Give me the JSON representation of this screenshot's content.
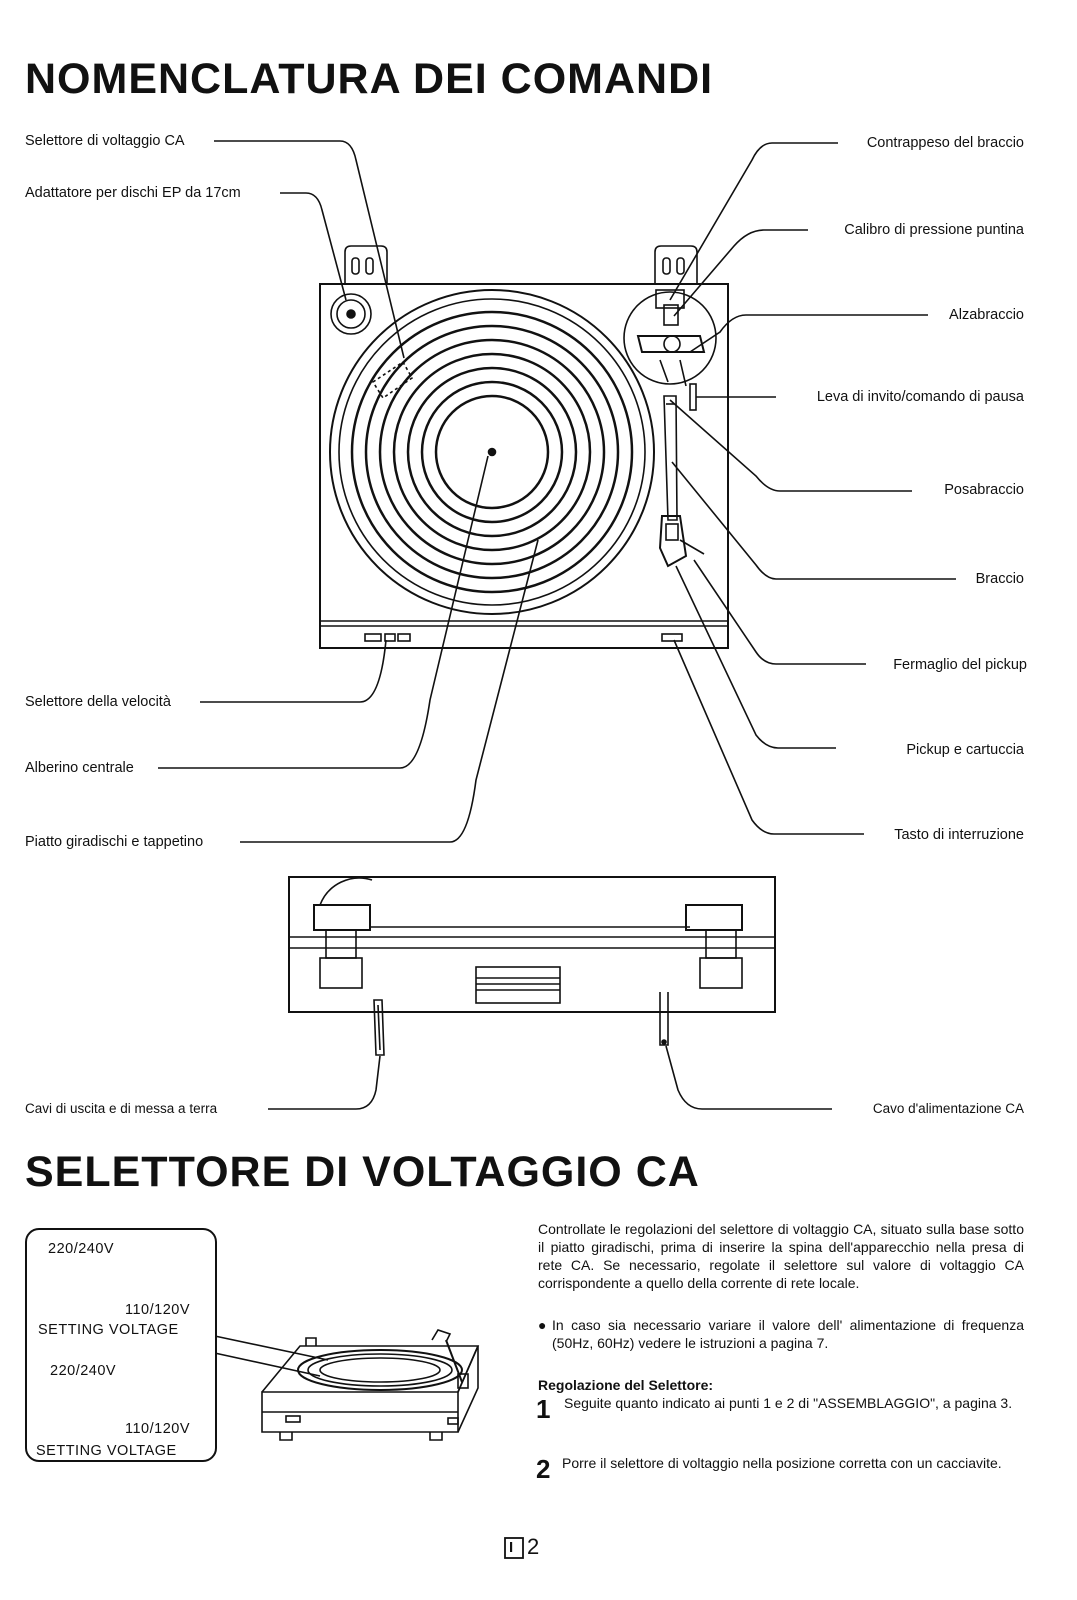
{
  "section1": {
    "title": "NOMENCLATURA DEI COMANDI"
  },
  "labels_left": {
    "voltage_selector": "Selettore di voltaggio CA",
    "ep_adapter": "Adattatore per dischi EP da 17cm",
    "speed_selector": "Selettore della velocità",
    "center_spindle": "Alberino centrale",
    "platter_mat": "Piatto giradischi e tappetino",
    "output_cables": "Cavi di uscita e di messa a terra"
  },
  "labels_right": {
    "counterweight": "Contrappeso del braccio",
    "stylus_gauge": "Calibro di pressione puntina",
    "arm_lift": "Alzabraccio",
    "cue_lever": "Leva di invito/comando di pausa",
    "arm_rest": "Posabraccio",
    "tonearm": "Braccio",
    "pickup_clip": "Fermaglio del pickup",
    "pickup_cartridge": "Pickup e cartuccia",
    "stop_button": "Tasto di interruzione",
    "ac_cable": "Cavo d'alimentazione CA"
  },
  "section2": {
    "title": "SELETTORE DI VOLTAGGIO CA"
  },
  "inset": {
    "top_a": "220/240V",
    "top_b": "110/120V",
    "top_caption": "SETTING VOLTAGE",
    "bot_a": "220/240V",
    "bot_b": "110/120V",
    "bot_caption": "SETTING VOLTAGE"
  },
  "text": {
    "intro": "Controllate le regolazioni del selettore di voltaggio CA, situato sulla base sotto il piatto giradischi, prima di inserire la spina dell'apparecchio nella presa di rete CA. Se necessario, regolate il selettore sul valore di voltaggio CA corrispondente a quello della corrente di rete locale.",
    "bullet": "In caso sia necessario variare il valore dell' alimentazione di frequenza (50Hz, 60Hz) vedere le istruzioni a pagina 7.",
    "subhead": "Regolazione del Selettore:",
    "step1_num": "1",
    "step1": "Seguite quanto indicato ai punti 1 e 2 di \"ASSEMBLAGGIO\", a pagina 3.",
    "step2_num": "2",
    "step2": "Porre il selettore di voltaggio nella posizione corretta con un cacciavite."
  },
  "footer": {
    "page_box": "I",
    "page_num": "2"
  }
}
